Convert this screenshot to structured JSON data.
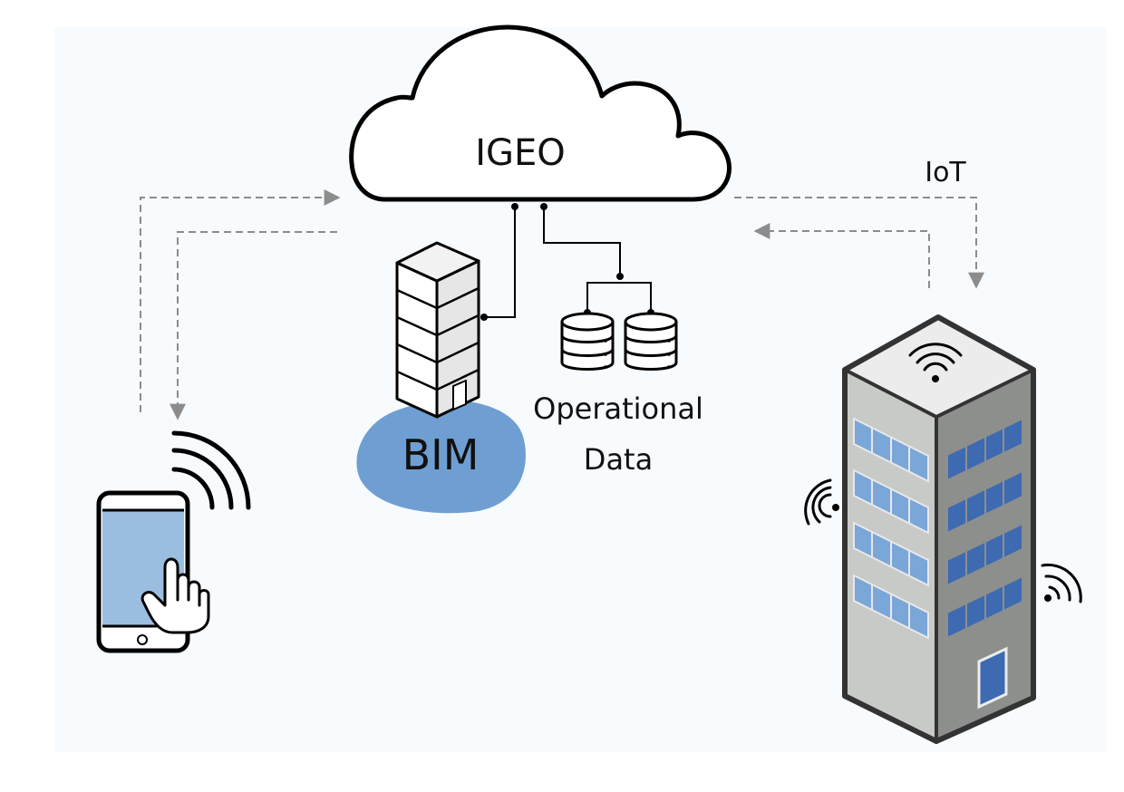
{
  "labels": {
    "cloud": "IGEO",
    "iot": "IoT",
    "bim": "BIM",
    "operational_line1": "Operational",
    "operational_line2": "Data"
  },
  "colors": {
    "panel_background": "#f7fbfe",
    "bim_blob": "#6f9fd2",
    "phone_screen": "#9bbde0",
    "building_window_light": "#7ba6d8",
    "building_window_dark": "#3d6ab0",
    "building_front": "#c8cac7",
    "building_side": "#8d8f8c",
    "arrow_dash": "#8c8c8c",
    "outline": "#000000"
  },
  "icons": {
    "cloud": "cloud-icon",
    "server": "server-tower-icon",
    "databases": "database-icon",
    "phone": "smartphone-icon",
    "hand": "pointing-hand-icon",
    "building": "building-icon",
    "signal": "wifi-signal-icon"
  }
}
